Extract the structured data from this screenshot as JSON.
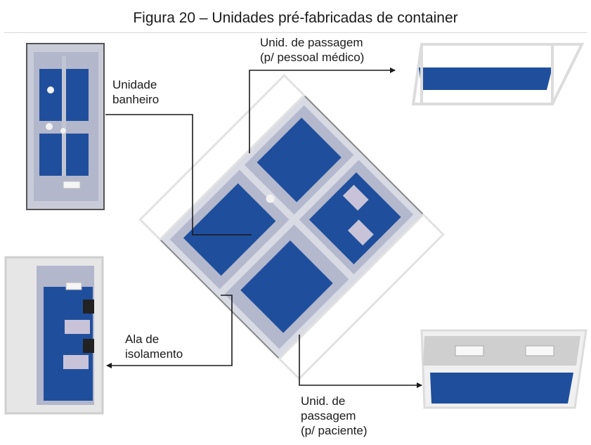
{
  "figure": {
    "title": "Figura 20 – Unidades pré-fabricadas de container"
  },
  "labels": {
    "bathroom": [
      "Unidade",
      "banheiro"
    ],
    "staff_passage": [
      "Unid. de passagem",
      "(p/ pessoal médico)"
    ],
    "isolation": [
      "Ala de",
      "isolamento"
    ],
    "patient_passage": [
      "Unid. de",
      "passagem",
      "(p/ paciente)"
    ]
  },
  "colors": {
    "floor_blue": "#1f4f9c",
    "wall_gray": "#a9adc2",
    "frame": "#dcdcdc",
    "leader_line": "#1a1a1a"
  }
}
